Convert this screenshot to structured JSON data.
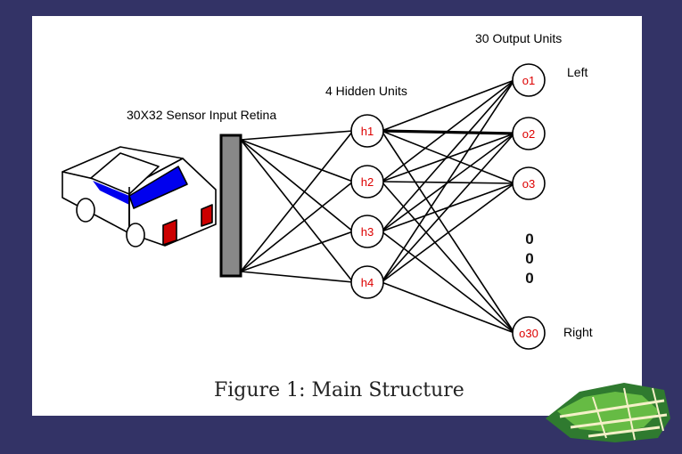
{
  "labels": {
    "retina": "30X32 Sensor Input Retina",
    "hidden": "4 Hidden Units",
    "output": "30 Output Units",
    "left": "Left",
    "right": "Right",
    "ellipsis": [
      "0",
      "0",
      "0"
    ]
  },
  "caption": "Figure 1: Main Structure",
  "hidden_units": [
    "h1",
    "h2",
    "h3",
    "h4"
  ],
  "output_units": [
    "o1",
    "o2",
    "o3",
    "o30"
  ],
  "colors": {
    "background": "#333366",
    "panel": "#ffffff",
    "node_text": "#dd0000",
    "windshield": "#0000ee",
    "tail_light": "#cc0000",
    "retina_fill": "#888888"
  }
}
